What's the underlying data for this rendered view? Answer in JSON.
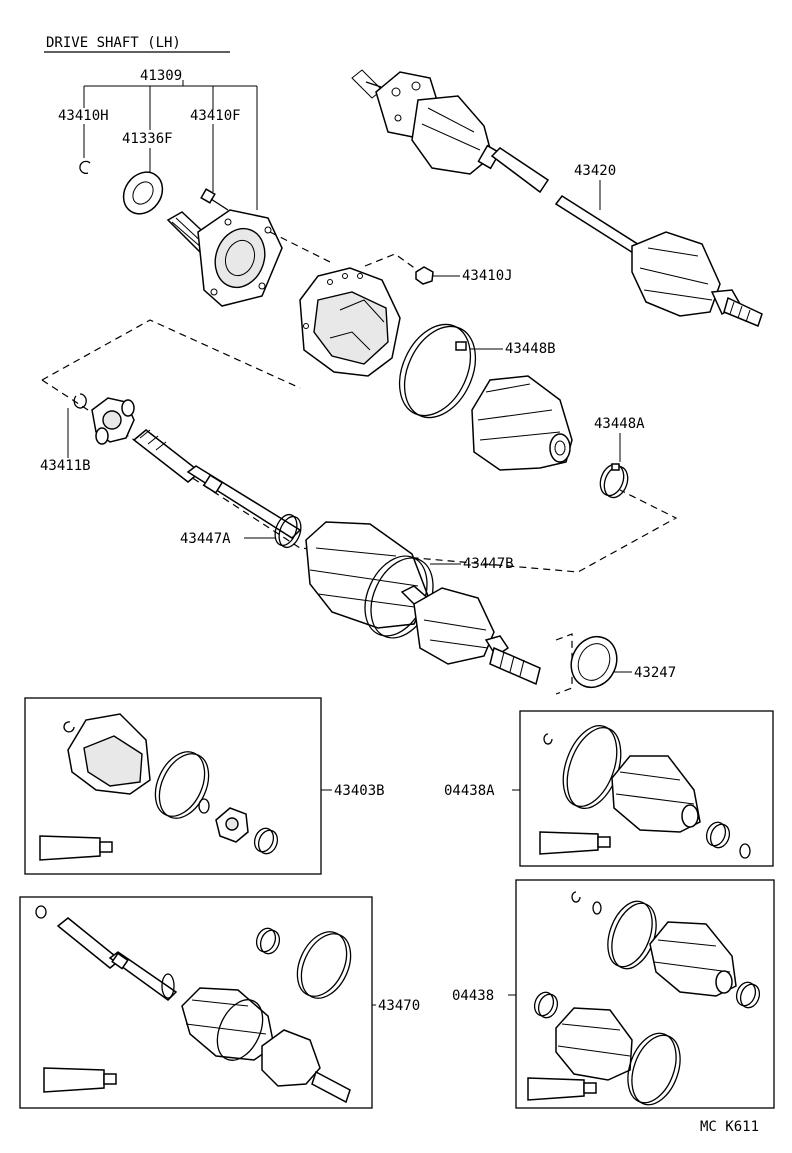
{
  "title": "DRIVE SHAFT (LH)",
  "footer_code": "MC K611",
  "labels": {
    "p41309": "41309",
    "p43410H": "43410H",
    "p41336F": "41336F",
    "p43410F": "43410F",
    "p43420": "43420",
    "p43410J": "43410J",
    "p43448B": "43448B",
    "p43448A": "43448A",
    "p43411B": "43411B",
    "p43447A": "43447A",
    "p43447B": "43447B",
    "p43247": "43247",
    "p43403B": "43403B",
    "p04438A": "04438A",
    "p43470": "43470",
    "p04438": "04438"
  }
}
